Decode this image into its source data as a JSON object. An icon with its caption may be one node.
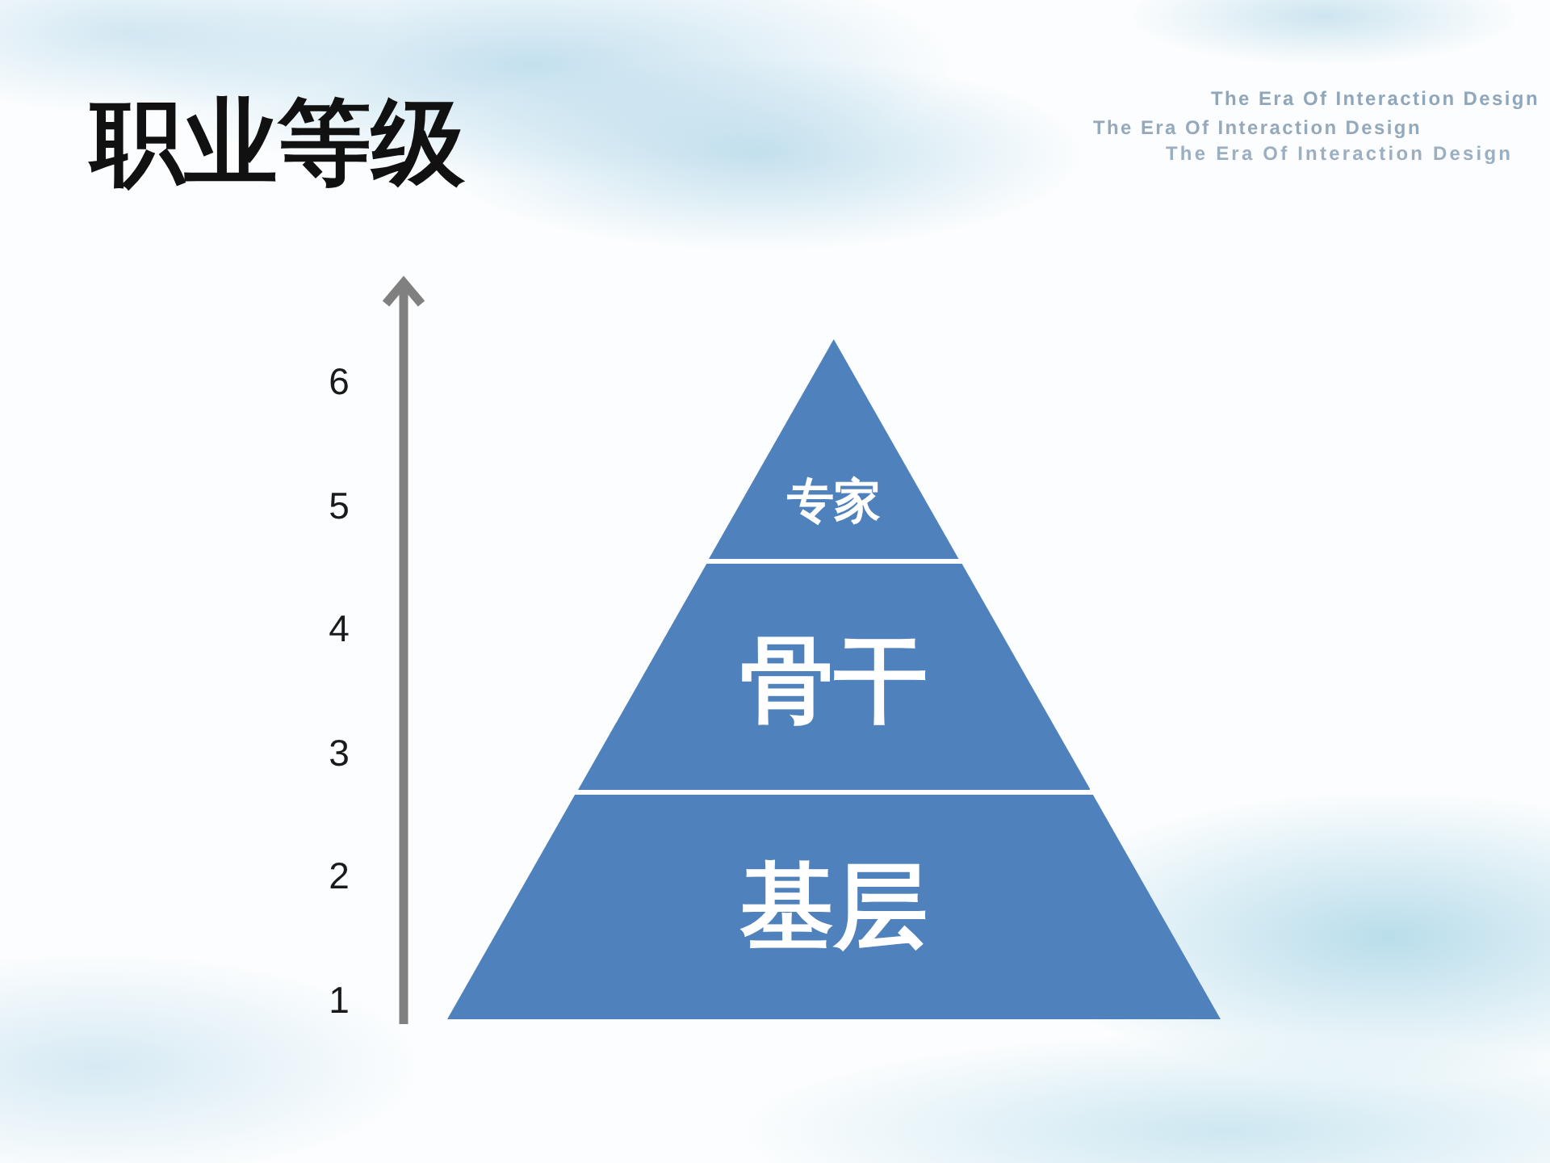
{
  "diagram": {
    "title": "职业等级",
    "nodes": [
      {
        "text": [
          "专家"
        ]
      },
      {
        "text": [
          "骨干"
        ]
      },
      {
        "text": [
          "基层"
        ]
      }
    ],
    "labels": [
      "The Era Of Interaction Design",
      "The Era Of Interaction Design",
      "The Era Of Interaction Design",
      "6",
      "5",
      "4",
      "3",
      "2",
      "1"
    ]
  }
}
